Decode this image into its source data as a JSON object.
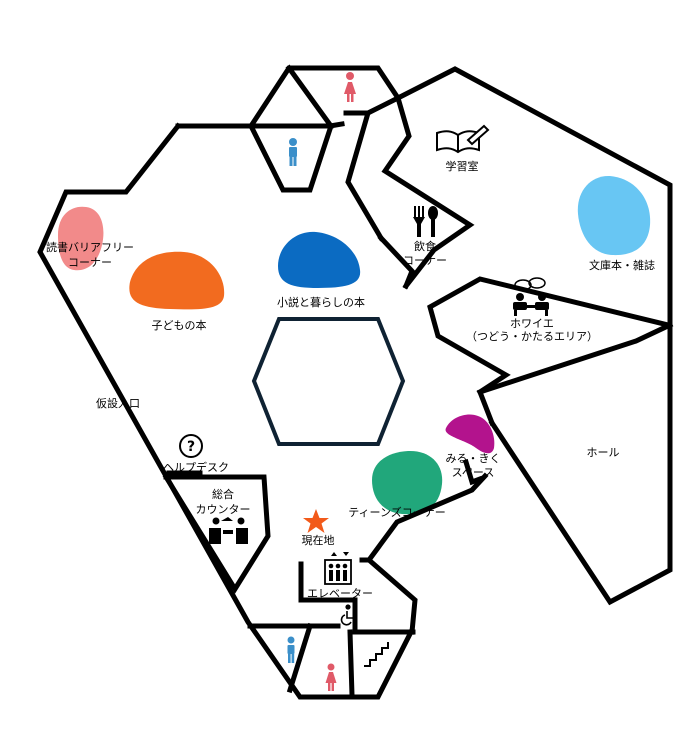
{
  "map": {
    "colors": {
      "wall": "#000000",
      "childrens_books": "#f26b1f",
      "novels_living": "#0b6bc2",
      "bunko_magazines": "#68c6f3",
      "barrier_free": "#f28a8a",
      "teens": "#21a77b",
      "listen_watch": "#b3138d",
      "hexagon_stroke": "#0f2233",
      "current_location": "#f25a1a",
      "male_icon": "#3b8fc9",
      "female_icon": "#e05a68"
    },
    "areas": {
      "barrier_free_line1": "読書バリアフリー",
      "barrier_free_line2": "コーナー",
      "childrens_books": "子どもの本",
      "novels_living": "小説と暮らしの本",
      "study_room": "学習室",
      "dining_line1": "飲食",
      "dining_line2": "コーナー",
      "bunko_magazines": "文庫本・雑誌",
      "foyer_line1": "ホワイエ",
      "foyer_line2": "（つどう・かたるエリア）",
      "temp_entrance": "仮設入口",
      "help_desk": "ヘルプデスク",
      "general_counter_line1": "総合",
      "general_counter_line2": "カウンター",
      "listen_watch_line1": "みる・きく",
      "listen_watch_line2": "スペース",
      "hall": "ホール",
      "teens_corner": "ティーンズコーナー",
      "current_location": "現在地",
      "elevator": "エレベーター"
    },
    "icons": {
      "question": "?"
    }
  }
}
